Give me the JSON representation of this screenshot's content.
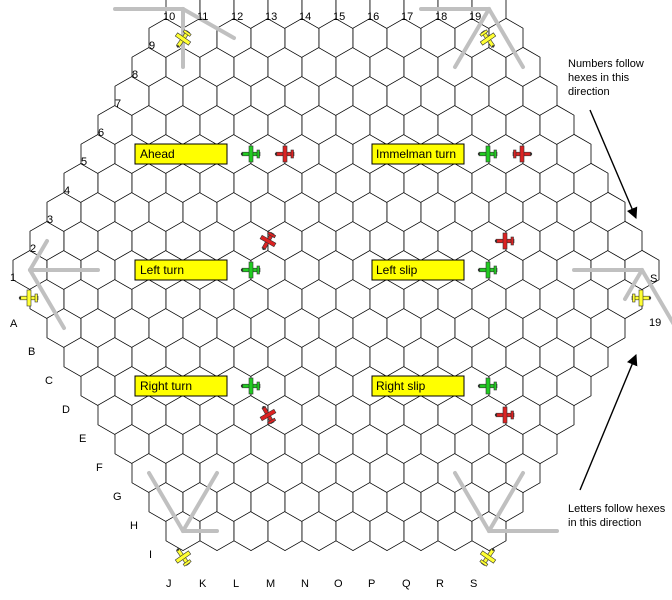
{
  "board": {
    "number_labels": [
      "1",
      "2",
      "3",
      "4",
      "5",
      "6",
      "7",
      "8",
      "9",
      "10",
      "11",
      "12",
      "13",
      "14",
      "15",
      "16",
      "17",
      "18",
      "19",
      "19"
    ],
    "letter_labels": [
      "A",
      "B",
      "C",
      "D",
      "E",
      "F",
      "G",
      "H",
      "I",
      "J",
      "K",
      "L",
      "M",
      "N",
      "O",
      "P",
      "Q",
      "R",
      "S",
      "S"
    ]
  },
  "maneuvers": [
    {
      "label": "Ahead"
    },
    {
      "label": "Immelman turn"
    },
    {
      "label": "Left turn"
    },
    {
      "label": "Left slip"
    },
    {
      "label": "Right turn"
    },
    {
      "label": "Right slip"
    }
  ],
  "notes": {
    "numbers_direction": "Numbers follow hexes in this direction",
    "letters_direction": "Letters follow hexes in this direction"
  },
  "colors": {
    "hex_line": "#000000",
    "label_fill": "#ffff00",
    "plane_yellow": "#ffff33",
    "plane_green": "#22cc22",
    "plane_red": "#dd2222",
    "guide_line": "#c0c0c0"
  }
}
